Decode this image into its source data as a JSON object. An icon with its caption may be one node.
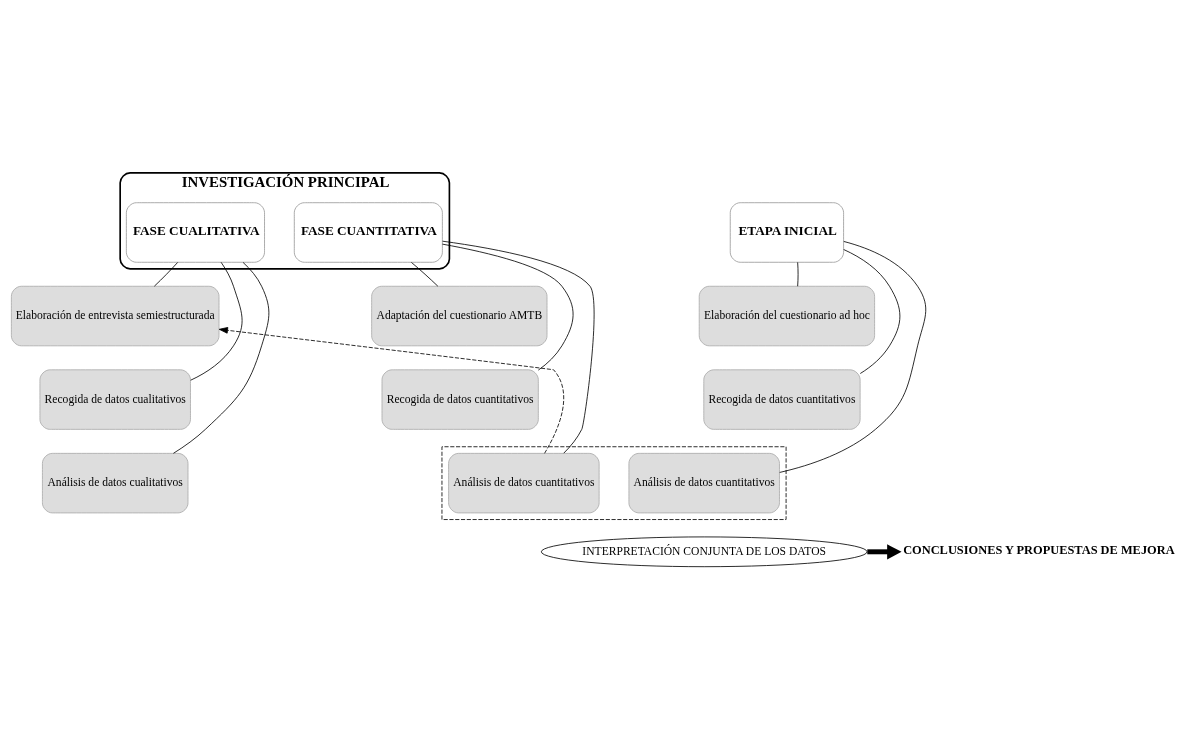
{
  "diagram": {
    "nodes": [
      {
        "text": [
          "INVESTIGACIÓN PRINCIPAL"
        ]
      },
      {
        "text": [
          "ETAPA INICIAL"
        ]
      },
      {
        "text": [
          "FASE CUANTITATIVA"
        ],
        "in": 0
      },
      {
        "text": [
          "FASE CUALITATIVA"
        ],
        "in": 0
      },
      {
        "text": [
          "Elaboración del cuestionario ad hoc"
        ]
      },
      {
        "text": [
          "Recogida de datos cuantitativos"
        ]
      },
      {
        "text": [
          "Análisis de datos cuantitativos"
        ],
        "in": 13
      },
      {
        "text": [
          "Adaptación del cuestionario AMTB"
        ]
      },
      {
        "text": [
          "Recogida de datos cuantitativos"
        ]
      },
      {
        "text": [
          "Análisis de datos cuantitativos"
        ],
        "in": 13
      },
      {
        "text": [
          "Elaboración de entrevista semiestructurada"
        ]
      },
      {
        "text": [
          "Recogida de datos cualitativos"
        ]
      },
      {
        "text": [
          "Análisis de datos cualitativos"
        ]
      },
      {
        "text": [],
        "shape": "box"
      },
      {
        "text": [
          "INTERPRETACIÓN CONJUNTA DE LOS DATOS"
        ]
      },
      {
        "text": [
          "CONCLUSIONES Y PROPUESTAS DE MEJORA"
        ]
      }
    ],
    "edges": [
      {
        "from": 1,
        "to": 4,
        "arrow": "none"
      },
      {
        "from": 1,
        "to": 5,
        "arrow": "none"
      },
      {
        "from": 1,
        "to": 6,
        "arrow": "none"
      },
      {
        "from": 2,
        "to": 7,
        "arrow": "none"
      },
      {
        "from": 2,
        "to": 8,
        "arrow": "none"
      },
      {
        "from": 2,
        "to": 9,
        "arrow": "none"
      },
      {
        "from": 3,
        "to": 10,
        "arrow": "none"
      },
      {
        "from": 3,
        "to": 11,
        "arrow": "none"
      },
      {
        "from": 3,
        "to": 12,
        "arrow": "none"
      },
      {
        "from": 9,
        "to": 10,
        "arrow": "to",
        "style": "dashed"
      },
      {
        "from": 14,
        "to": 15,
        "arrow": "to",
        "style": "thick"
      }
    ]
  }
}
